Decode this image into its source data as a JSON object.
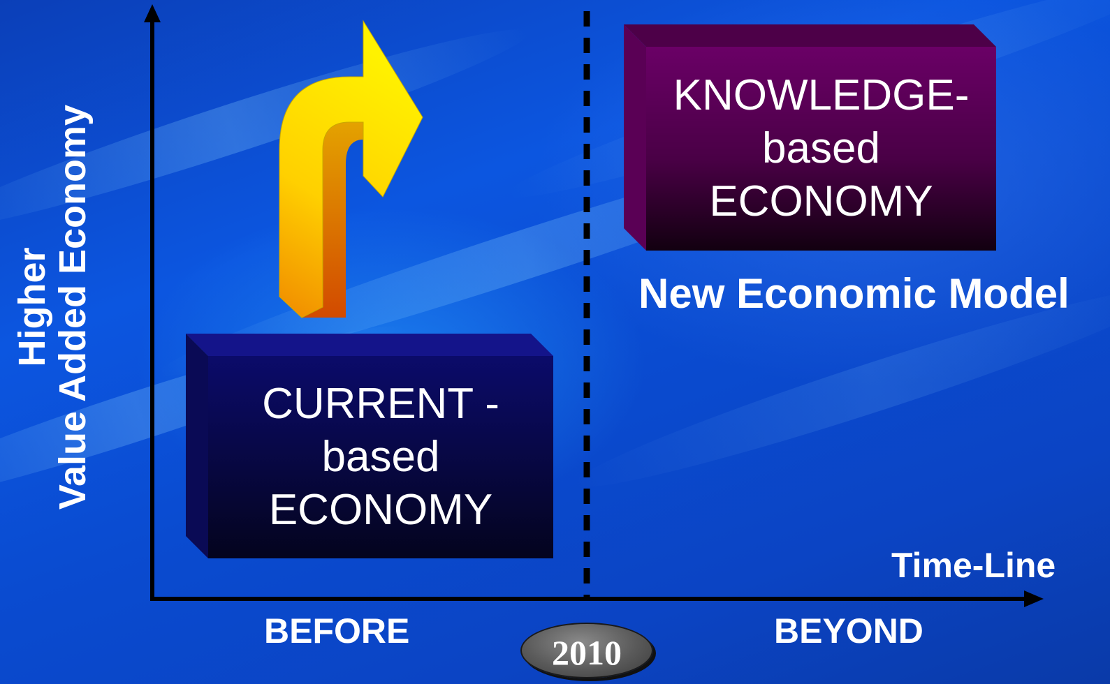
{
  "y_axis": {
    "label_line1": "Higher",
    "label_line2": "Value Added Economy"
  },
  "x_axis": {
    "label": "Time-Line",
    "left_label": "BEFORE",
    "right_label": "BEYOND"
  },
  "divider": {
    "year": "2010"
  },
  "current_box": {
    "line1": "CURRENT -",
    "line2": "based",
    "line3": "ECONOMY"
  },
  "knowledge_box": {
    "line1": "KNOWLEDGE-",
    "line2": "based",
    "line3": "ECONOMY"
  },
  "caption": "New Economic Model",
  "colors": {
    "background": "#0c56e0",
    "current_box": "#0a0a5a",
    "knowledge_box": "#5a0058",
    "arrow": "#f4e000",
    "axis": "#000000"
  }
}
